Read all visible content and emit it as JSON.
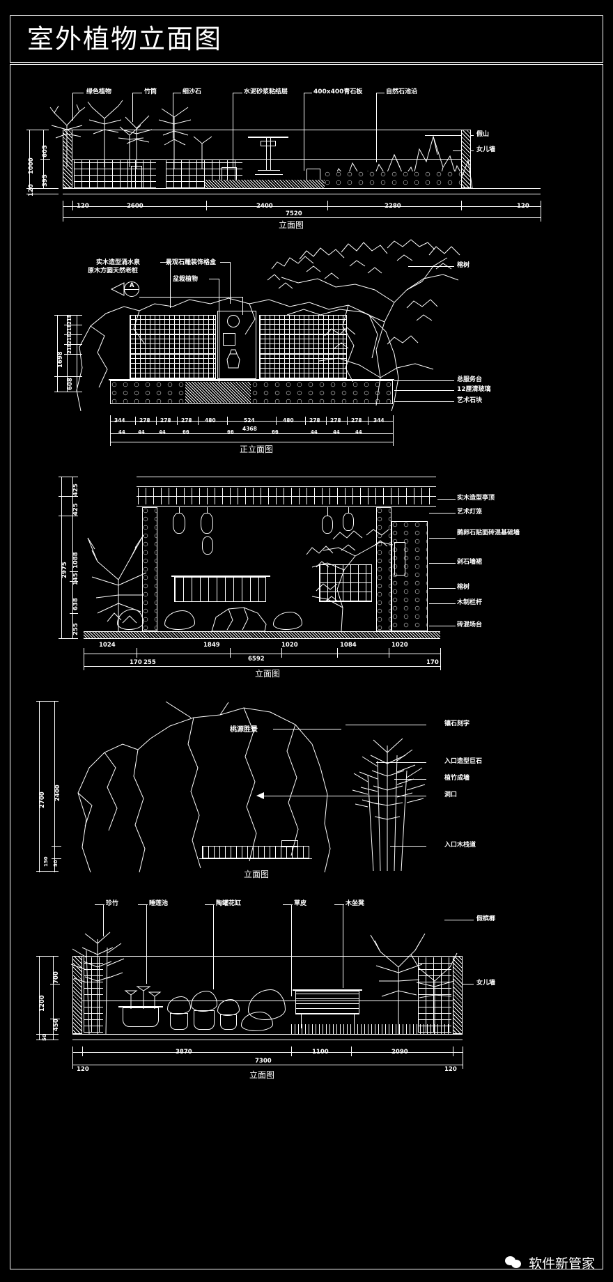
{
  "document": {
    "title": "室外植物立面图",
    "watermark": "软件新管家",
    "watermark_icon": "wechat-icon",
    "background": "#000000",
    "line_color": "#ffffff"
  },
  "sections": [
    {
      "id": "section-1",
      "caption": "立面图",
      "labels_top": [
        "绿色植物",
        "竹筒",
        "细沙石",
        "水泥砂浆粘结层",
        "400x400青石板",
        "自然石池沿"
      ],
      "labels_right": [
        "假山",
        "女儿墙"
      ],
      "dims_vertical": [
        "1000",
        "605",
        "395",
        "120"
      ],
      "dims_bottom": [
        "2600",
        "2400",
        "2280"
      ],
      "dim_total": "7520",
      "dim_edge_left": "120",
      "dim_edge_right": "120"
    },
    {
      "id": "section-2",
      "caption": "正立面图",
      "labels_left": [
        "实木造型涌水泉",
        "原木方圆天然老桩",
        "景观石雕装饰格盒",
        "盆栽植物"
      ],
      "labels_right": [
        "榕树",
        "总服务台",
        "12厘清玻璃",
        "艺术石块"
      ],
      "dims_vertical": [
        "218",
        "218",
        "218",
        "218",
        "1698",
        "608"
      ],
      "dims_bottom": [
        "344",
        "278",
        "278",
        "278",
        "480",
        "524",
        "480",
        "278",
        "278",
        "278",
        "344"
      ],
      "dims_sub": [
        "44",
        "44",
        "44",
        "66",
        "66",
        "66",
        "44",
        "44",
        "44"
      ],
      "dim_total": "4368",
      "detail_marker": "A"
    },
    {
      "id": "section-3",
      "caption": "立面图",
      "labels_right": [
        "实木造型亭顶",
        "艺术灯笼",
        "鹅卵石贴面砖混基础墙",
        "剁石墙裙",
        "榕树",
        "木制栏杆",
        "砖混场台"
      ],
      "dims_vertical": [
        "425",
        "425",
        "1088",
        "145",
        "638",
        "255",
        "2975"
      ],
      "dims_bottom": [
        "1024",
        "1849",
        "1020",
        "1084",
        "1020"
      ],
      "dim_total": "6592",
      "dim_edge_left": "170",
      "dim_edge_left2": "255",
      "dim_edge_right": "170"
    },
    {
      "id": "section-4",
      "caption": "立面图",
      "labels_inner": [
        "桃源胜景"
      ],
      "labels_right": [
        "镶石刻字",
        "入口造型巨石",
        "植竹成墙",
        "洞口",
        "入口木栈道"
      ],
      "dims_vertical": [
        "2700",
        "2400",
        "150",
        "50"
      ]
    },
    {
      "id": "section-5",
      "caption": "立面图",
      "labels_top": [
        "珍竹",
        "睡莲池",
        "陶罐花缸",
        "草皮",
        "木坐凳"
      ],
      "labels_right": [
        "假槟榔",
        "女儿墙"
      ],
      "dims_vertical": [
        "1200",
        "700",
        "450",
        "50"
      ],
      "dims_bottom": [
        "3870",
        "1100",
        "2090"
      ],
      "dim_total": "7300",
      "dim_edge_left": "120",
      "dim_edge_right": "120"
    }
  ]
}
